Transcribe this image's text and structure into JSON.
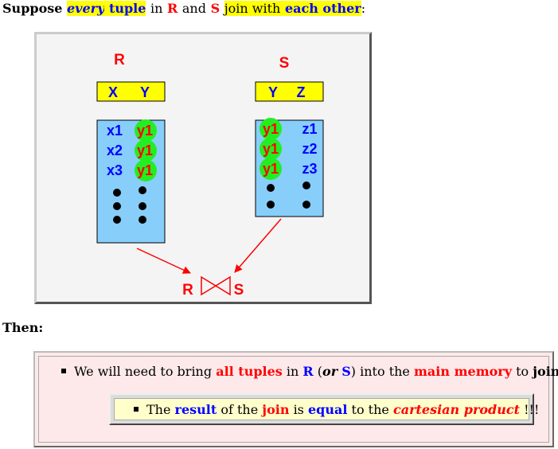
{
  "heading": {
    "suppose": "Suppose",
    "every": "every",
    "tuple": "tuple",
    "in": "in",
    "r": "R",
    "and": "and",
    "s": "S",
    "join_with": "join with",
    "each_other": "each other",
    "colon": ":"
  },
  "figure": {
    "r_label": "R",
    "s_label": "S",
    "r_header": [
      "X",
      "Y"
    ],
    "s_header": [
      "Y",
      "Z"
    ],
    "r_rows": [
      [
        "x1",
        "y1"
      ],
      [
        "x2",
        "y1"
      ],
      [
        "x3",
        "y1"
      ]
    ],
    "s_rows": [
      [
        "y1",
        "z1"
      ],
      [
        "y1",
        "z2"
      ],
      [
        "y1",
        "z3"
      ]
    ],
    "join_left": "R",
    "join_right": "S"
  },
  "then_label": "Then:",
  "point1": {
    "a": "We will need to bring",
    "b": "all tuples",
    "c": "in",
    "d": "R",
    "e": "(",
    "f": "or",
    "g": "S",
    "h": ") into the",
    "i": "main memory",
    "j": "to",
    "k": "join",
    "l": "!!!"
  },
  "point2": {
    "a": "The",
    "b": "result",
    "c": "of the",
    "d": "join",
    "e": "is",
    "f": "equal",
    "g": "to the",
    "h": "cartesian product",
    "i": "!!!"
  },
  "colors": {
    "red": "#ff0000",
    "blue": "#0000ff",
    "yellow": "#ffff00",
    "table_fill": "#87cefa",
    "match_green": "#22ee22"
  }
}
